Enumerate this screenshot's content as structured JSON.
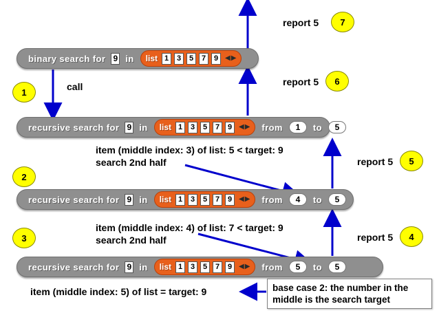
{
  "meta": {
    "title": "Binary search recursion trace",
    "colors": {
      "block_gray": "#8f8f8f",
      "list_orange": "#e8601c",
      "circle_yellow": "#ffff00",
      "arrow_blue": "#0000cc",
      "text_black": "#000000"
    }
  },
  "blocks": [
    {
      "id": "binary-search",
      "label_1": "binary search for",
      "target": "9",
      "label_2": "in",
      "list": {
        "label": "list",
        "items": [
          "1",
          "3",
          "5",
          "7",
          "9"
        ],
        "left_arrow": "◀",
        "right_arrow": "▶"
      }
    },
    {
      "id": "recursive-search-1",
      "label_1": "recursive search for",
      "target": "9",
      "label_2": "in",
      "list": {
        "label": "list",
        "items": [
          "1",
          "3",
          "5",
          "7",
          "9"
        ],
        "left_arrow": "◀",
        "right_arrow": "▶"
      },
      "label_from": "from",
      "from": "1",
      "label_to": "to",
      "to": "5"
    },
    {
      "id": "recursive-search-2",
      "label_1": "recursive search for",
      "target": "9",
      "label_2": "in",
      "list": {
        "label": "list",
        "items": [
          "1",
          "3",
          "5",
          "7",
          "9"
        ],
        "left_arrow": "◀",
        "right_arrow": "▶"
      },
      "label_from": "from",
      "from": "4",
      "label_to": "to",
      "to": "5"
    },
    {
      "id": "recursive-search-3",
      "label_1": "recursive search for",
      "target": "9",
      "label_2": "in",
      "list": {
        "label": "list",
        "items": [
          "1",
          "3",
          "5",
          "7",
          "9"
        ],
        "left_arrow": "◀",
        "right_arrow": "▶"
      },
      "label_from": "from",
      "from": "5",
      "label_to": "to",
      "to": "5"
    }
  ],
  "step_circles": [
    {
      "n": "1"
    },
    {
      "n": "2"
    },
    {
      "n": "3"
    },
    {
      "n": "4"
    },
    {
      "n": "5"
    },
    {
      "n": "6"
    },
    {
      "n": "7"
    }
  ],
  "annotations": {
    "call": "call",
    "note_1_line1": "item (middle index: 3) of list: 5 < target: 9",
    "note_1_line2": "search 2nd half",
    "note_2_line1": "item (middle index: 4) of list: 7 < target: 9",
    "note_2_line2": "search 2nd half",
    "note_3": "item (middle index: 5) of list = target: 9",
    "report_4": "report 5",
    "report_5": "report 5",
    "report_6": "report 5",
    "report_7": "report 5",
    "callout_line1": "base case 2: the number in the",
    "callout_line2": "middle is the search target"
  }
}
